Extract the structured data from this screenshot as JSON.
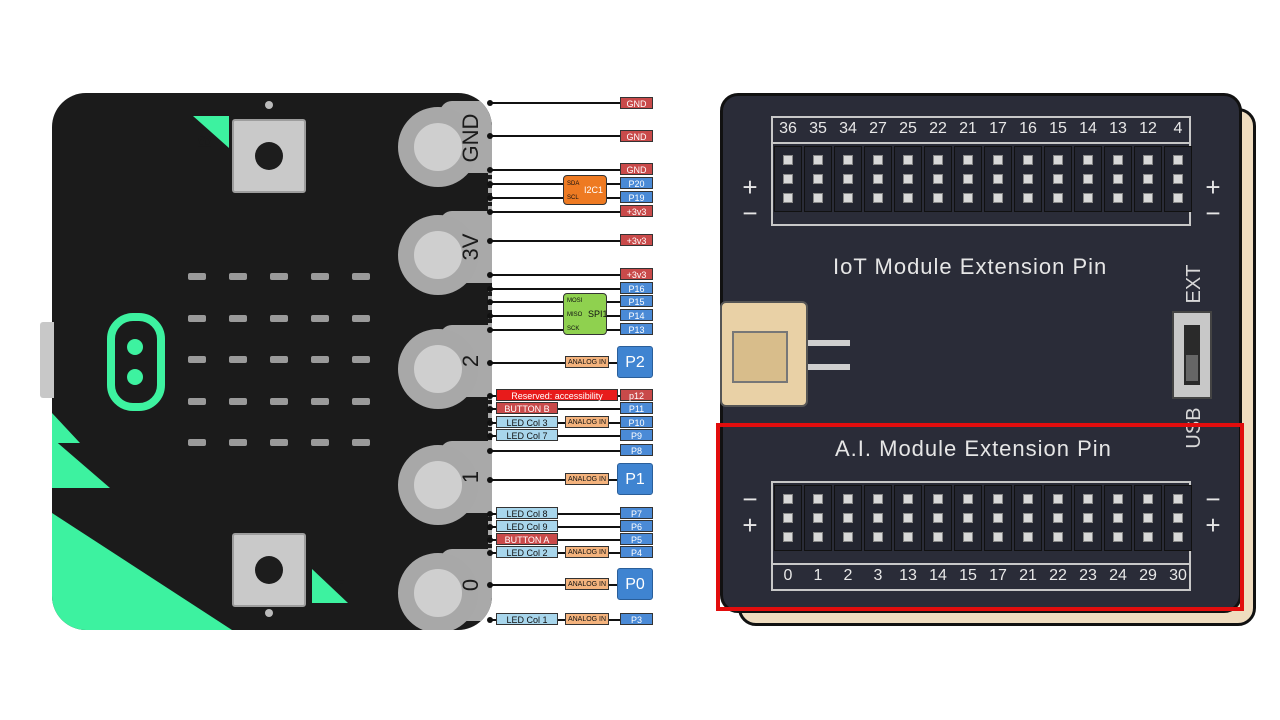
{
  "board": {
    "pads": [
      "GND",
      "3V",
      "2",
      "1",
      "0"
    ],
    "buttons": [
      "B",
      "A"
    ]
  },
  "pins": {
    "gnd1": "GND",
    "gnd2": "GND",
    "gnd3": "GND",
    "p20": "P20",
    "p19": "P19",
    "v33a": "+3v3",
    "v33b": "+3v3",
    "v33c": "+3v3",
    "p16": "P16",
    "p15": "P15",
    "p14": "P14",
    "p13": "P13",
    "p12": "p12",
    "p11": "P11",
    "p10": "P10",
    "p9": "P9",
    "p8": "P8",
    "p7": "P7",
    "p6": "P6",
    "p5": "P5",
    "p4": "P4",
    "p3": "P3",
    "p2": "P2",
    "p1": "P1",
    "p0": "P0"
  },
  "functions": {
    "reserved": "Reserved: accessibility",
    "button_b": "BUTTON B",
    "led_col3": "LED Col 3",
    "led_col7": "LED Col 7",
    "led_col8": "LED Col 8",
    "led_col9": "LED Col 9",
    "button_a": "BUTTON A",
    "led_col2": "LED Col 2",
    "led_col1": "LED Col 1",
    "analog_in": "ANALOG IN"
  },
  "i2c": {
    "name": "I2C1",
    "sda": "SDA",
    "scl": "SCL"
  },
  "spi": {
    "name": "SPI1",
    "mosi": "MOSI",
    "miso": "MISO",
    "sck": "SCK"
  },
  "extension_board": {
    "iot_title": "IoT Module Extension Pin",
    "ai_title": "A.I. Module Extension Pin",
    "iot_pins": [
      "36",
      "35",
      "34",
      "27",
      "25",
      "22",
      "21",
      "17",
      "16",
      "15",
      "14",
      "13",
      "12",
      "4"
    ],
    "ai_pins": [
      "0",
      "1",
      "2",
      "3",
      "13",
      "14",
      "15",
      "17",
      "21",
      "22",
      "23",
      "24",
      "29",
      "30"
    ],
    "switch_top": "EXT",
    "switch_bottom": "USB",
    "plus": "+",
    "minus": "−"
  },
  "colors": {
    "highlight": "#e20d0d",
    "board_teal": "#3df2a0",
    "extension_board": "#2a2c38"
  }
}
